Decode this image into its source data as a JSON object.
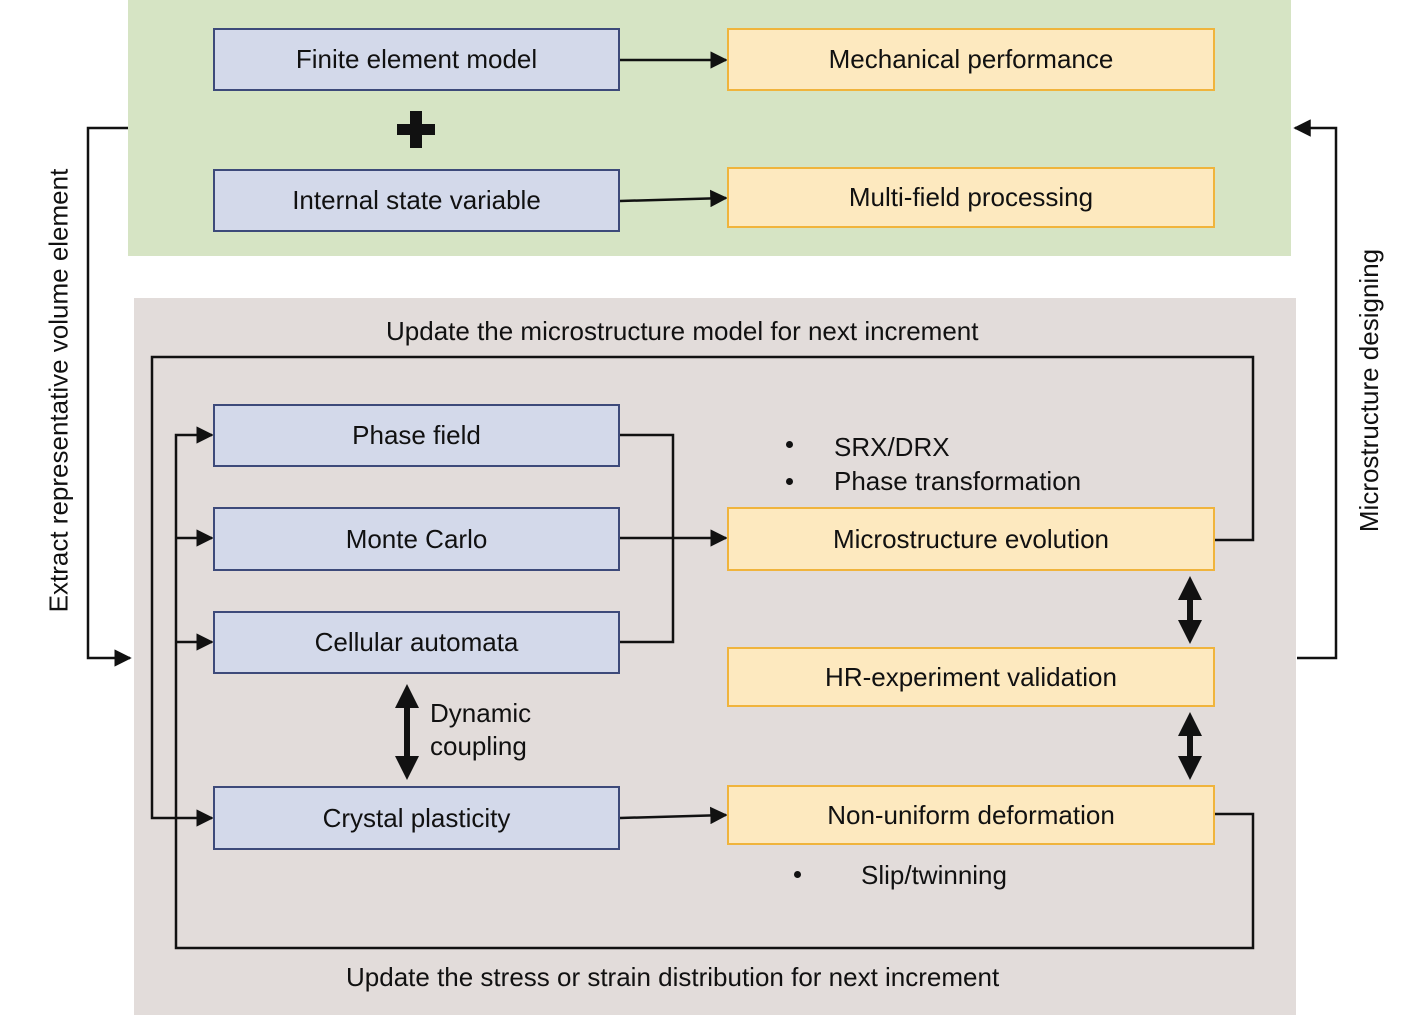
{
  "top": {
    "finite_element_model": "Finite element model",
    "internal_state_variable": "Internal state variable",
    "mechanical_performance": "Mechanical performance",
    "multi_field_processing": "Multi-field processing"
  },
  "bottom": {
    "update_microstructure": "Update the microstructure model for next increment",
    "update_stress": "Update the stress or strain distribution for next increment",
    "phase_field": "Phase field",
    "monte_carlo": "Monte Carlo",
    "cellular_automata": "Cellular automata",
    "crystal_plasticity": "Crystal plasticity",
    "dynamic_coupling_1": "Dynamic",
    "dynamic_coupling_2": "coupling",
    "microstructure_evolution": "Microstructure evolution",
    "hr_experiment_validation": "HR-experiment validation",
    "non_uniform_deformation": "Non-uniform deformation",
    "bullets_evolution": [
      "SRX/DRX",
      "Phase transformation"
    ],
    "bullets_deformation": [
      "Slip/twinning"
    ]
  },
  "side": {
    "left": "Extract representative volume element",
    "right": "Microstructure designing"
  },
  "colors": {
    "top_panel": "#d6e4c4",
    "bottom_panel": "#e2dcda",
    "blue_box": "#d3d9ea",
    "blue_border": "#3d4a7a",
    "orange_box": "#fde9bf",
    "orange_border": "#f0b43c"
  }
}
